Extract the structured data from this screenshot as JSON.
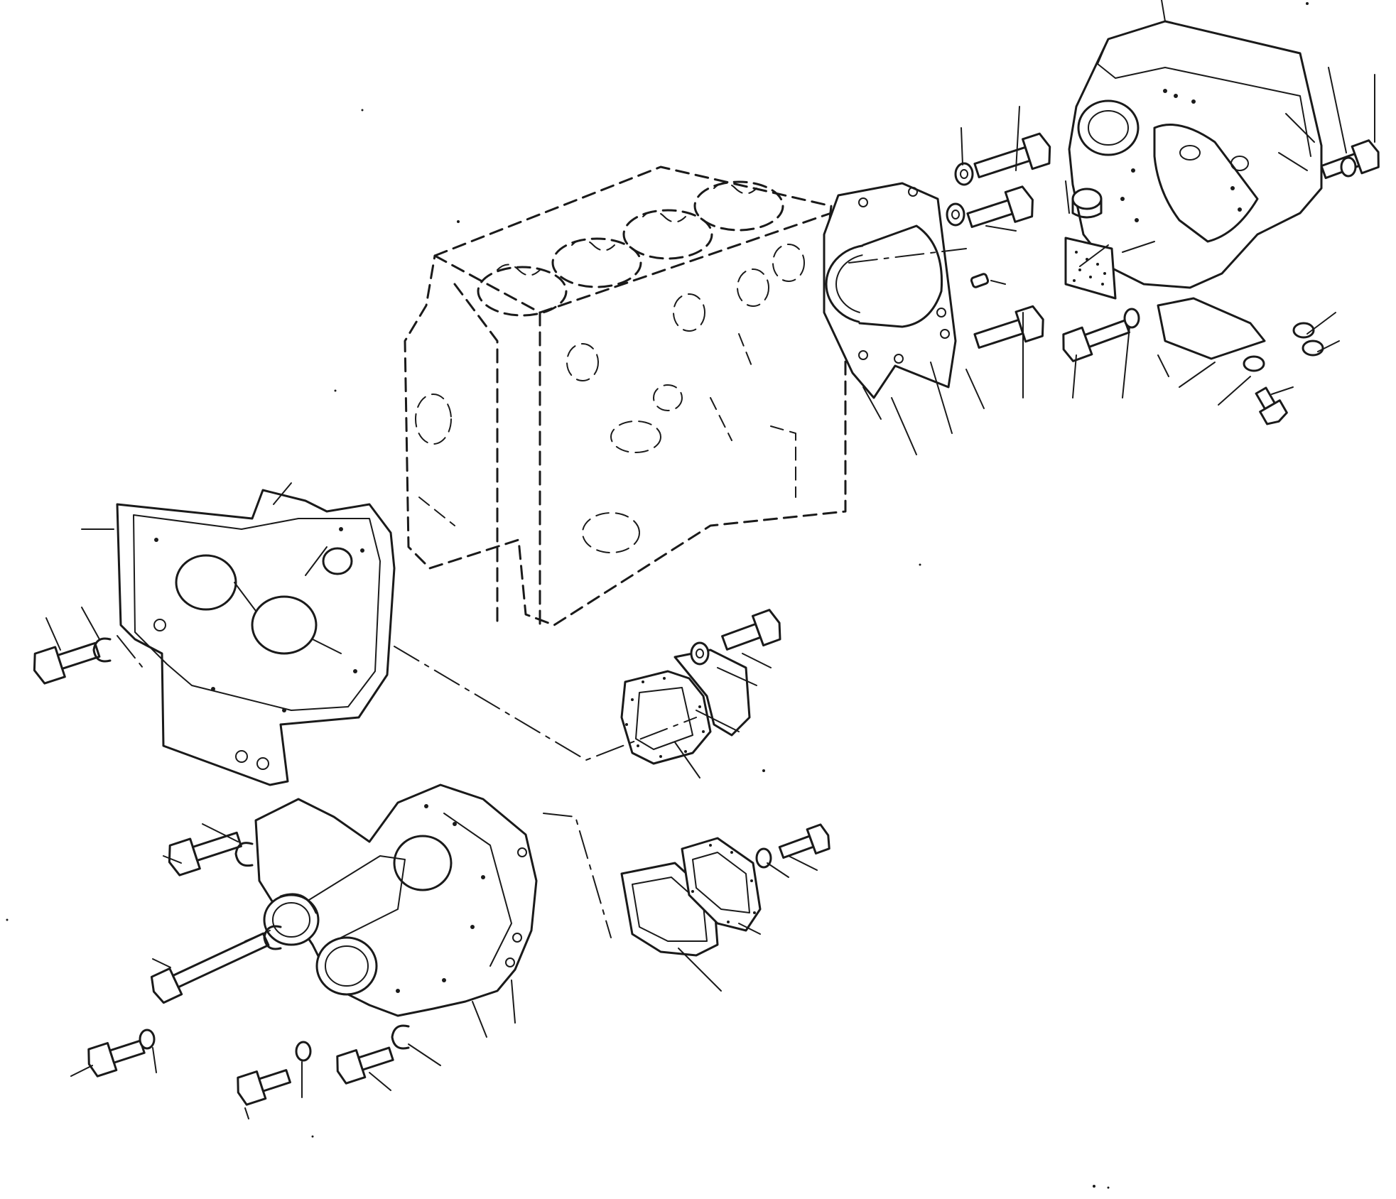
{
  "diagram": {
    "parts": [
      {
        "name": "cylinder-block",
        "label": ""
      },
      {
        "name": "front-gear-case",
        "label": ""
      },
      {
        "name": "front-cover",
        "label": ""
      },
      {
        "name": "rear-plate",
        "label": ""
      },
      {
        "name": "flywheel-housing",
        "label": ""
      },
      {
        "name": "oil-seal",
        "label": ""
      },
      {
        "name": "gasket",
        "label": ""
      },
      {
        "name": "bolt",
        "label": ""
      },
      {
        "name": "washer",
        "label": ""
      },
      {
        "name": "dowel-pin",
        "label": ""
      }
    ]
  }
}
